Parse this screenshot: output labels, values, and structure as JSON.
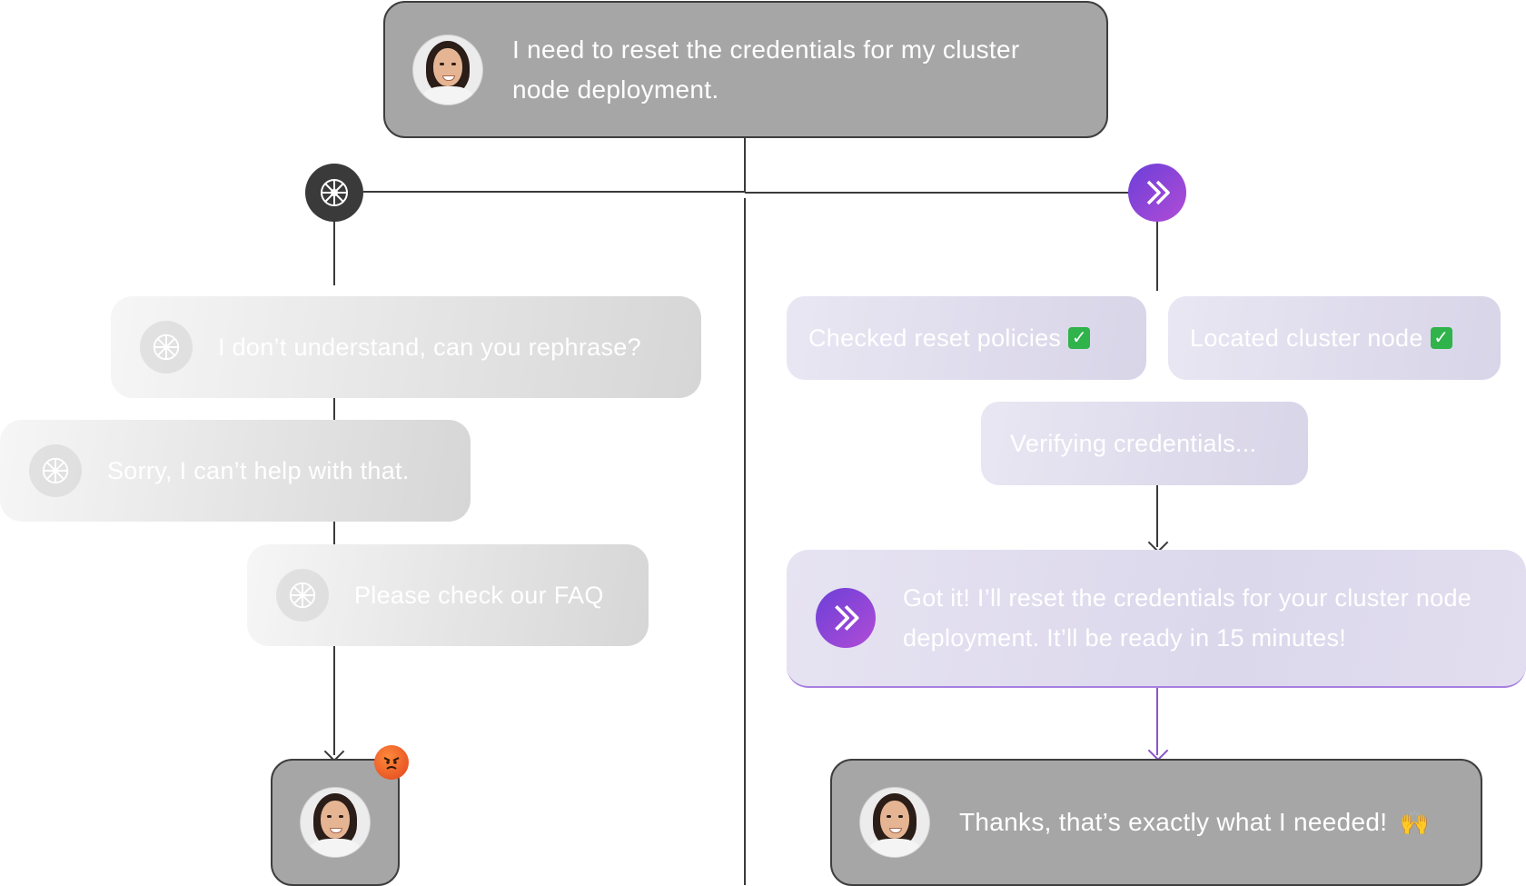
{
  "user_prompt": {
    "text": "I need to reset the credentials for my cluster node deployment."
  },
  "left_branch": {
    "icon": "wheel-icon",
    "responses": [
      {
        "text": "I don’t understand, can you rephrase?"
      },
      {
        "text": "Sorry, I can’t help with that."
      },
      {
        "text": "Please check our FAQ"
      }
    ],
    "outcome": {
      "emoji": "angry-face-icon",
      "emoji_glyph": "😡"
    }
  },
  "right_branch": {
    "icon": "double-chevron-icon",
    "steps": [
      {
        "text": "Checked reset policies",
        "status": "check-mark-icon"
      },
      {
        "text": "Located cluster node",
        "status": "check-mark-icon"
      },
      {
        "text": "Verifying credentials..."
      }
    ],
    "answer": {
      "text": "Got it! I’ll reset the credentials for your cluster node deployment. It’ll be ready in 15 minutes!"
    },
    "outcome": {
      "text": "Thanks, that’s exactly what I needed!",
      "emoji": "raised-hands-icon",
      "emoji_glyph": "🙌"
    }
  },
  "colors": {
    "user_card": "#a6a6a6",
    "accent_purple": "#8a54c8",
    "node_dark": "#3a3a3a"
  }
}
